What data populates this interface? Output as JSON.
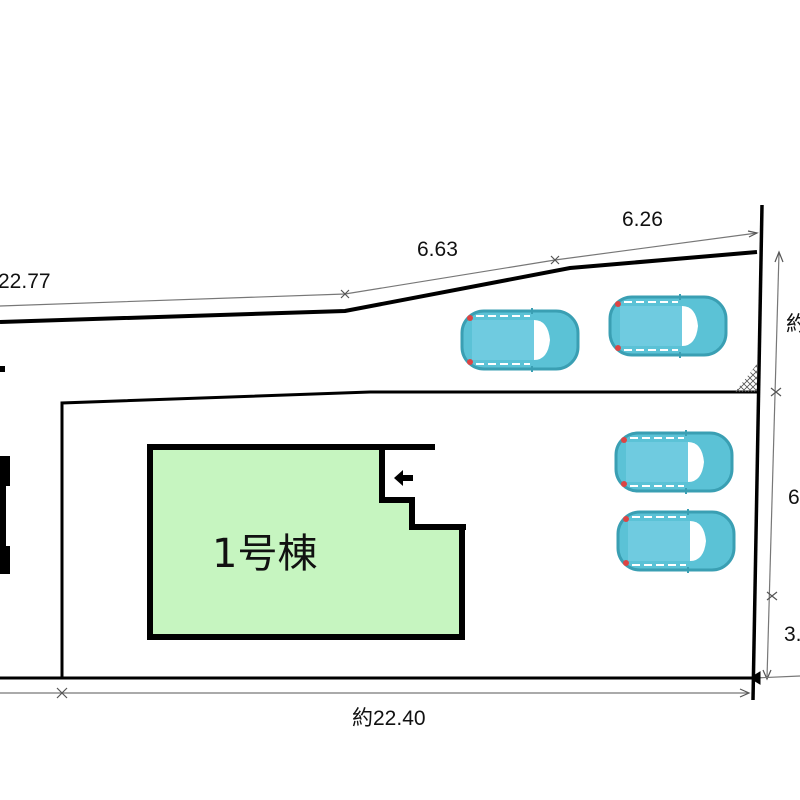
{
  "building": {
    "label": "1号棟",
    "fill": "#c6f5c0"
  },
  "dimensions": {
    "top_left": "22.77",
    "top_mid": "6.63",
    "top_right": "6.26",
    "right_top": "約",
    "right_mid": "6",
    "right_bottom": "3.",
    "bottom": "約22.40"
  },
  "colors": {
    "car": "#5bc2d6",
    "car_outline": "#3a9fb3",
    "lines": "#000000"
  }
}
